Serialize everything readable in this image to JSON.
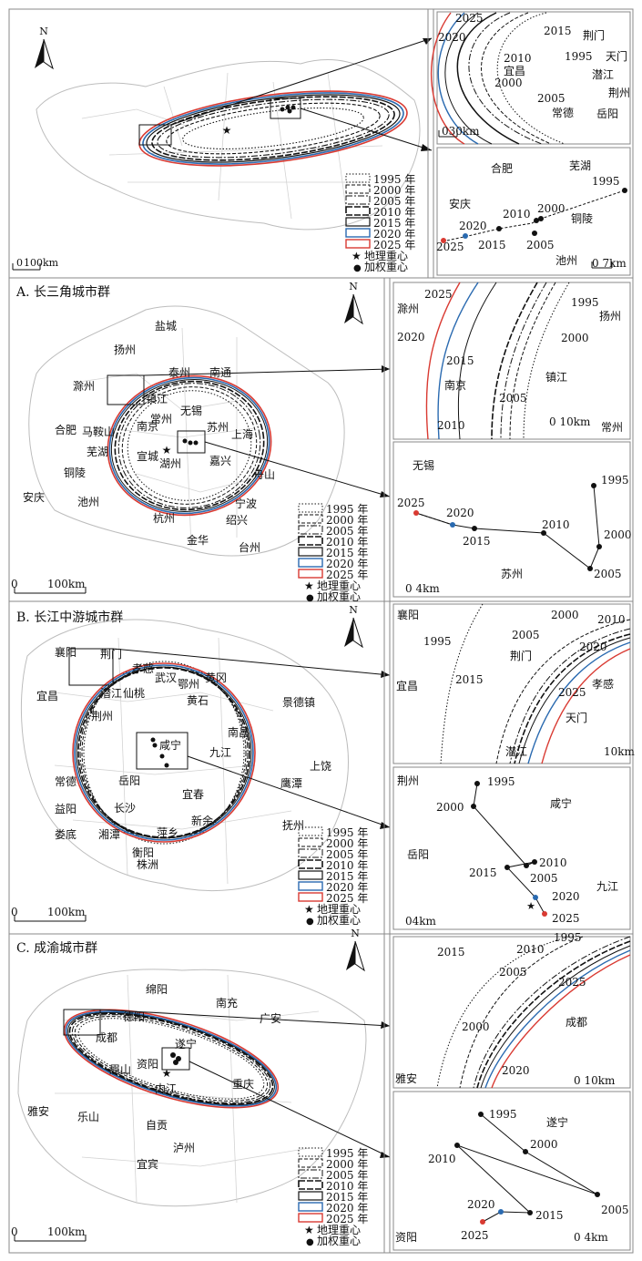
{
  "legend": {
    "years": [
      "1995 年",
      "2000 年",
      "2005 年",
      "2010 年",
      "2015 年",
      "2020 年",
      "2025 年"
    ],
    "geo_center": "地理重心",
    "weighted_center": "加权重心",
    "styles": [
      "1995",
      "2000",
      "2005",
      "2010",
      "2015",
      "2020",
      "2025"
    ]
  },
  "colors": {
    "c2020": "#2a6ab0",
    "c2025": "#d93a32",
    "line": "#111111",
    "boundary": "#bdbdbd"
  },
  "north": "N",
  "panels": [
    {
      "title": "",
      "scale_main": "100km",
      "main_cities": [],
      "zoom1_labels": [
        "2025",
        "2020",
        "2015",
        "2010",
        "宜昌",
        "荆门",
        "1995",
        "天门",
        "潜江",
        "荆州",
        "2000",
        "2005",
        "常德",
        "岳阳"
      ],
      "zoom1_scale": "30km",
      "zoom2_labels": [
        "合肥",
        "芜湖",
        "1995",
        "安庆",
        "2000",
        "2010",
        "铜陵",
        "2020",
        "2025",
        "2015",
        "2005",
        "池州"
      ],
      "zoom2_scale": "7km"
    },
    {
      "title": "A. 长三角城市群",
      "scale_main": "100km",
      "main_cities": [
        "盐城",
        "扬州",
        "泰州",
        "南通",
        "滁州",
        "镇江",
        "合肥",
        "马鞍山",
        "常州",
        "无锡",
        "苏州",
        "上海",
        "南京",
        "芜湖",
        "宣城",
        "湖州",
        "嘉兴",
        "铜陵",
        "舟山",
        "池州",
        "宁波",
        "安庆",
        "杭州",
        "绍兴",
        "金华",
        "台州"
      ],
      "zoom1_labels": [
        "滁州",
        "2025",
        "1995",
        "扬州",
        "2020",
        "2000",
        "2015",
        "镇江",
        "南京",
        "2005",
        "2010",
        "常州"
      ],
      "zoom1_scale": "10km",
      "zoom2_labels": [
        "无锡",
        "1995",
        "2025",
        "2020",
        "2010",
        "2000",
        "2015",
        "苏州",
        "2005"
      ],
      "zoom2_scale": "4km"
    },
    {
      "title": "B. 长江中游城市群",
      "scale_main": "100km",
      "main_cities": [
        "襄阳",
        "黄冈",
        "荆门",
        "宜昌",
        "孝感",
        "武汉",
        "潜江",
        "仙桃",
        "鄂州",
        "荆州",
        "黄石",
        "景德镇",
        "咸宁",
        "九江",
        "上饶",
        "常德",
        "岳阳",
        "南昌",
        "宜春",
        "鹰潭",
        "益阳",
        "长沙",
        "娄底",
        "新余",
        "抚州",
        "湘潭",
        "萍乡",
        "衡阳",
        "株洲"
      ],
      "zoom1_labels": [
        "襄阳",
        "2000",
        "2010",
        "1995",
        "2005",
        "荆门",
        "2020",
        "2015",
        "宜昌",
        "2025",
        "孝感",
        "天门",
        "潜江",
        "10km"
      ],
      "zoom1_scale": "10km",
      "zoom2_labels": [
        "荆州",
        "1995",
        "咸宁",
        "2000",
        "岳阳",
        "2010",
        "2015",
        "2005",
        "2020",
        "九江",
        "2025"
      ],
      "zoom2_scale": "4km"
    },
    {
      "title": "C. 成渝城市群",
      "scale_main": "100km",
      "main_cities": [
        "绵阳",
        "南充",
        "德阳",
        "广安",
        "成都",
        "遂宁",
        "眉山",
        "资阳",
        "雅安",
        "乐山",
        "内江",
        "重庆",
        "自贡",
        "泸州",
        "宜宾"
      ],
      "zoom1_labels": [
        "2015",
        "1995",
        "2010",
        "2005",
        "2025",
        "2000",
        "成都",
        "2020",
        "雅安"
      ],
      "zoom1_scale": "10km",
      "zoom2_labels": [
        "1995",
        "遂宁",
        "2000",
        "2010",
        "2005",
        "2020",
        "2015",
        "资阳",
        "2025"
      ],
      "zoom2_scale": "4km"
    }
  ]
}
